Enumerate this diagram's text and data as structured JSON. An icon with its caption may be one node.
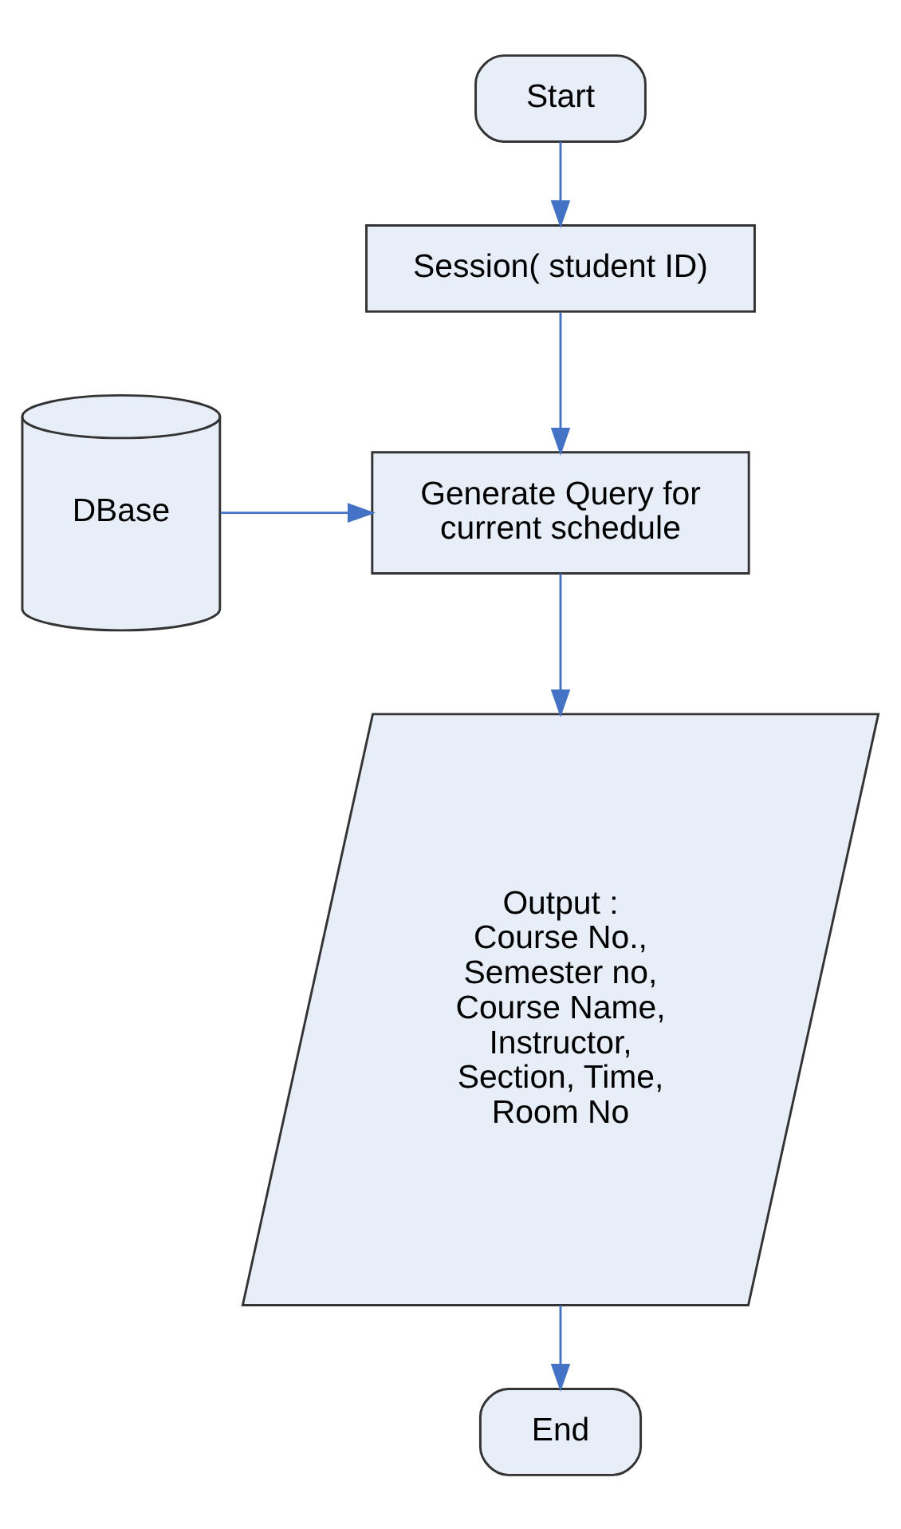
{
  "diagram": {
    "nodes": [
      {
        "text": [
          "Start"
        ]
      },
      {
        "text": [
          "Session( student ID)"
        ]
      },
      {
        "text": [
          "Generate Query for current schedule"
        ]
      },
      {
        "text": [
          "DBase"
        ]
      },
      {
        "text": [
          "Output :",
          "Course No., Semester no, Course Name, Instructor, Section, Time, Room No"
        ]
      },
      {
        "text": [
          "End"
        ]
      }
    ],
    "edges": [
      {
        "from": 0,
        "to": 1,
        "arrow": "to"
      },
      {
        "from": 1,
        "to": 2,
        "arrow": "to"
      },
      {
        "from": 3,
        "to": 2,
        "arrow": "to"
      },
      {
        "from": 2,
        "to": 4,
        "arrow": "to"
      },
      {
        "from": 4,
        "to": 5,
        "arrow": "to"
      }
    ]
  }
}
